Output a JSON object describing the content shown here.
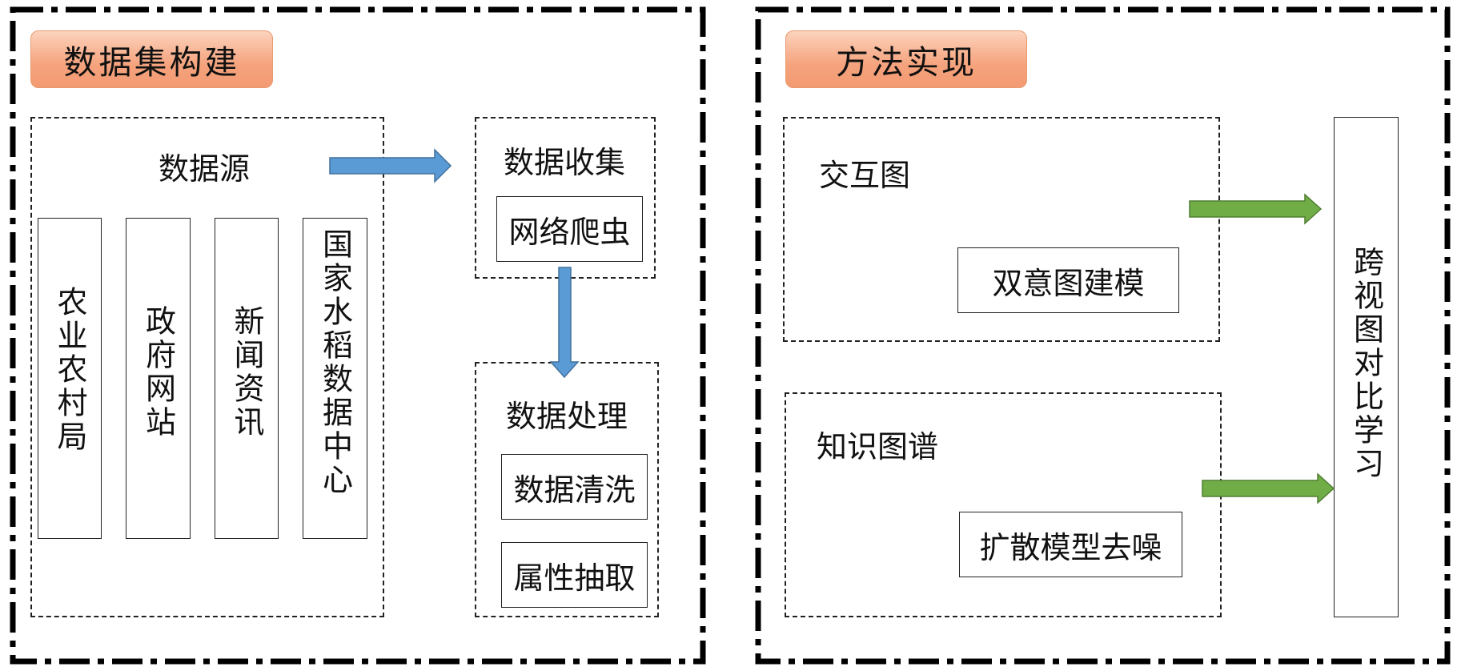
{
  "left_panel": {
    "header": "数据集构建",
    "source_group": {
      "title": "数据源",
      "sources": [
        "农业农村局",
        "政府网站",
        "新闻资讯",
        "国家水稻数据中心"
      ]
    },
    "collect_group": {
      "title": "数据收集",
      "step": "网络爬虫"
    },
    "process_group": {
      "title": "数据处理",
      "steps": [
        "数据清洗",
        "属性抽取"
      ]
    }
  },
  "right_panel": {
    "header": "方法实现",
    "interaction_group": {
      "title": "交互图",
      "step": "双意图建模"
    },
    "kg_group": {
      "title": "知识图谱",
      "step": "扩散模型去噪"
    },
    "output": "跨视图对比学习"
  },
  "colors": {
    "header_fill": "#f5a37d",
    "blue_arrow": "#5b9bd5",
    "green_arrow": "#70ad47"
  }
}
